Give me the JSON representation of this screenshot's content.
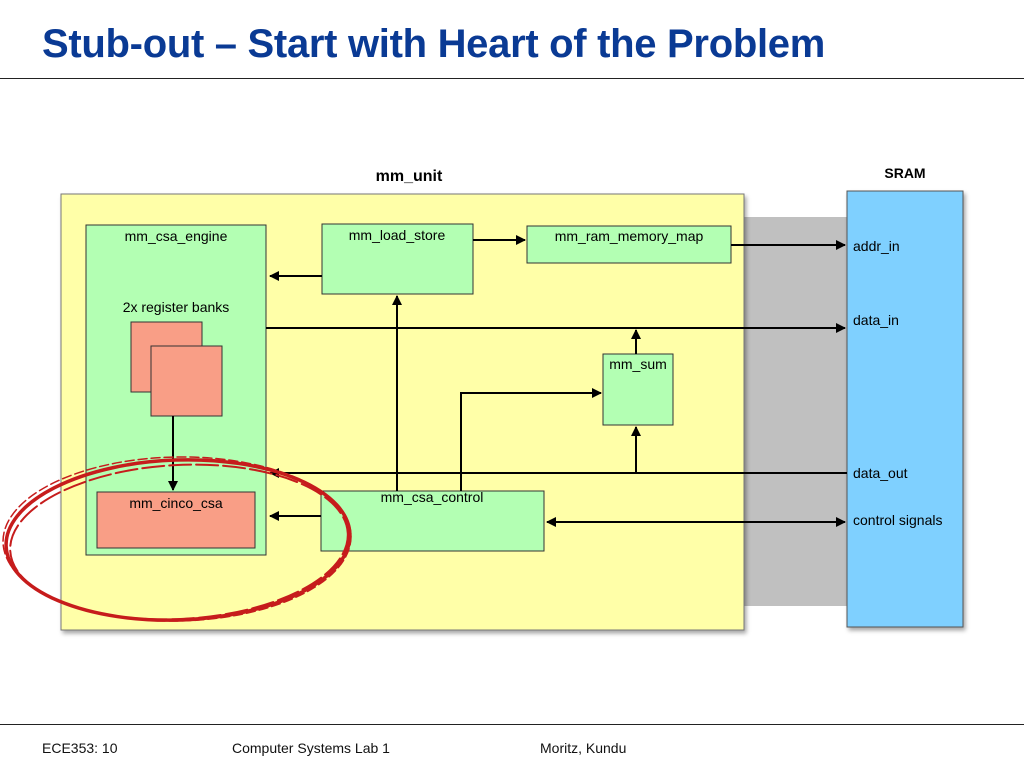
{
  "slide": {
    "title": "Stub-out – Start with Heart of the Problem"
  },
  "diagram": {
    "unit_label": "mm_unit",
    "sram_label": "SRAM",
    "blocks": {
      "csa_engine": "mm_csa_engine",
      "register_banks": "2x register banks",
      "cinco_csa": "mm_cinco_csa",
      "load_store": "mm_load_store",
      "ram_memory_map": "mm_ram_memory_map",
      "sum": "mm_sum",
      "csa_control": "mm_csa_control"
    },
    "sram_ports": {
      "addr_in": "addr_in",
      "data_in": "data_in",
      "data_out": "data_out",
      "control": "control signals"
    },
    "colors": {
      "unit_fill": "#ffffa8",
      "module_fill": "#b3ffb3",
      "register_fill": "#f99e86",
      "sram_fill": "#7fd0ff",
      "bus_fill": "#c0c0c0",
      "highlight_ellipse": "#c61c1c",
      "title": "#0a3a94"
    }
  },
  "footer": {
    "course": "ECE353: 10",
    "lab": "Computer Systems Lab 1",
    "authors": "Moritz, Kundu"
  }
}
